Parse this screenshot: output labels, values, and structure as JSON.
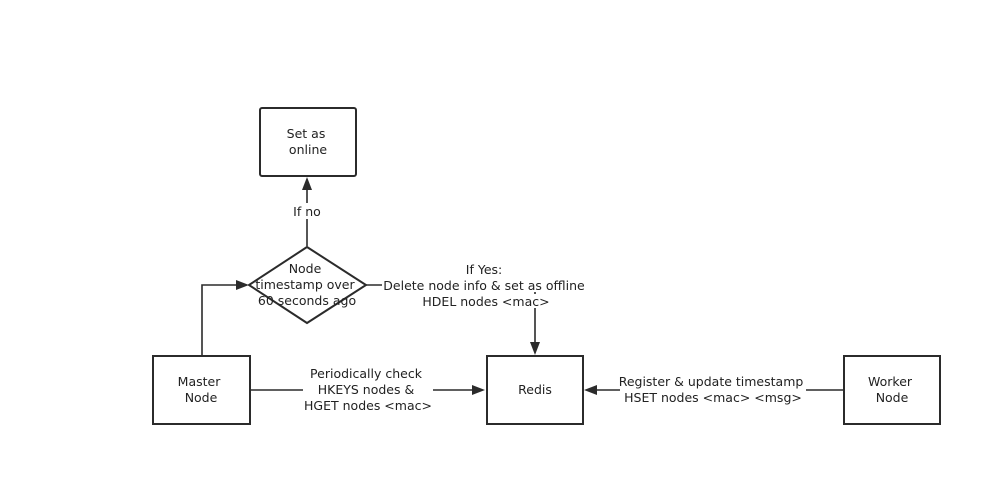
{
  "nodes": {
    "set_online": [
      "Set as",
      "online"
    ],
    "decision": [
      "Node",
      "timestamp over",
      "60 seconds ago"
    ],
    "master": [
      "Master",
      "Node"
    ],
    "redis": [
      "Redis"
    ],
    "worker": [
      "Worker",
      "Node"
    ]
  },
  "edges": {
    "if_no": [
      "If no"
    ],
    "if_yes": [
      "If Yes:",
      "Delete node info & set as offline",
      "HDEL nodes <mac>"
    ],
    "periodic": [
      "Periodically check",
      "HKEYS nodes &",
      "HGET nodes <mac>"
    ],
    "register": [
      "Register & update timestamp",
      "HSET nodes <mac> <msg>"
    ]
  },
  "colors": {
    "stroke": "#2b2b2b",
    "text": "#222222",
    "background": "#ffffff"
  }
}
